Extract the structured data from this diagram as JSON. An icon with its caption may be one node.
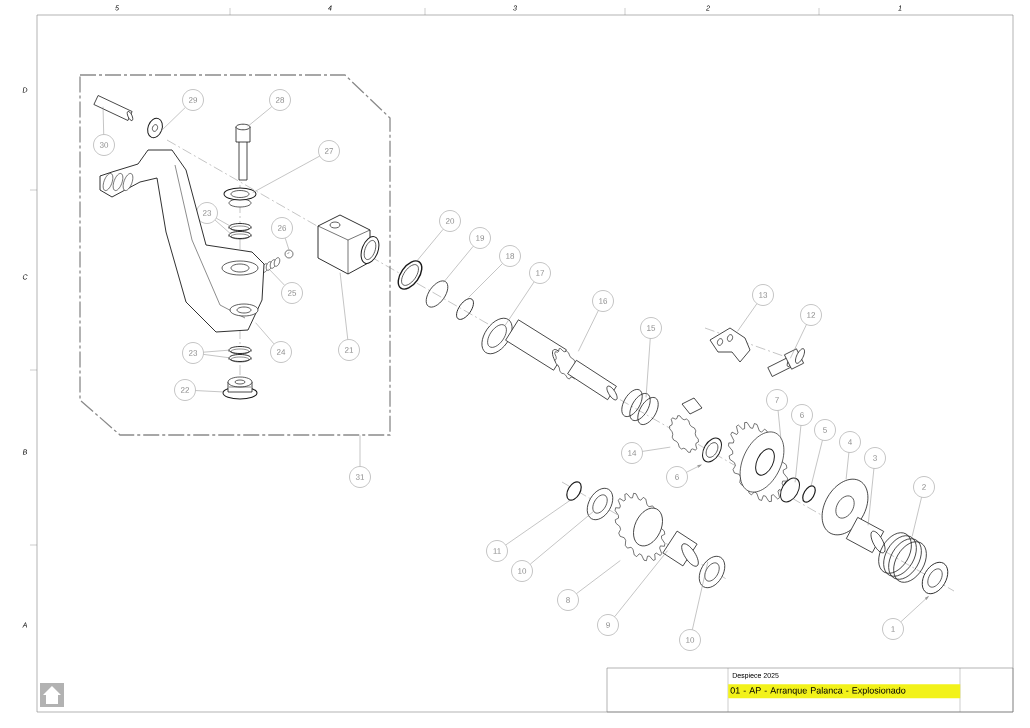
{
  "diagram": {
    "title": "01 - AP - Arranque Palanca - Explosionado",
    "nodes": [
      {
        "text": [],
        "shape": "box"
      },
      {
        "text": [
          "30"
        ],
        "in": 0
      },
      {
        "text": [
          "29"
        ],
        "in": 0
      },
      {
        "text": [
          "28"
        ],
        "in": 0
      },
      {
        "text": [
          "27"
        ],
        "in": 0
      },
      {
        "text": [
          "23"
        ],
        "in": 0
      },
      {
        "text": [
          "26"
        ],
        "in": 0
      },
      {
        "text": [
          "25"
        ],
        "in": 0
      },
      {
        "text": [
          "24"
        ],
        "in": 0
      },
      {
        "text": [
          "21"
        ],
        "in": 0
      },
      {
        "text": [
          "23"
        ],
        "in": 0
      },
      {
        "text": [
          "22"
        ],
        "in": 0
      },
      {
        "text": [
          "31"
        ]
      },
      {
        "text": [
          "20"
        ]
      },
      {
        "text": [
          "19"
        ]
      },
      {
        "text": [
          "18"
        ]
      },
      {
        "text": [
          "17"
        ]
      },
      {
        "text": [
          "16"
        ]
      },
      {
        "text": [
          "15"
        ]
      },
      {
        "text": [
          "13"
        ]
      },
      {
        "text": [
          "12"
        ]
      },
      {
        "text": [
          "14"
        ]
      },
      {
        "text": [
          "7"
        ]
      },
      {
        "text": [
          "6"
        ]
      },
      {
        "text": [
          "6"
        ]
      },
      {
        "text": [
          "5"
        ]
      },
      {
        "text": [
          "4"
        ]
      },
      {
        "text": [
          "3"
        ]
      },
      {
        "text": [
          "2"
        ]
      },
      {
        "text": [
          "11"
        ]
      },
      {
        "text": [
          "10"
        ]
      },
      {
        "text": [
          "8"
        ]
      },
      {
        "text": [
          "9"
        ]
      },
      {
        "text": [
          "10"
        ]
      },
      {
        "text": [
          "1"
        ]
      },
      {
        "text": [],
        "shape": "picture",
        "in": 0
      },
      {
        "text": [],
        "shape": "picture",
        "in": 0
      },
      {
        "text": [],
        "shape": "picture",
        "in": 0
      },
      {
        "text": [],
        "shape": "picture",
        "in": 0
      },
      {
        "text": [],
        "shape": "picture",
        "in": 0
      },
      {
        "text": [],
        "shape": "picture",
        "in": 0
      },
      {
        "text": [],
        "shape": "picture",
        "in": 0
      },
      {
        "text": [],
        "shape": "picture",
        "in": 0
      },
      {
        "text": [],
        "shape": "picture",
        "in": 0
      },
      {
        "text": [],
        "shape": "picture",
        "in": 0
      },
      {
        "text": [],
        "shape": "picture",
        "in": 0
      },
      {
        "text": [],
        "shape": "picture",
        "in": 0
      },
      {
        "text": [],
        "shape": "picture",
        "in": 0
      },
      {
        "text": [],
        "shape": "picture"
      },
      {
        "text": [],
        "shape": "picture"
      },
      {
        "text": [],
        "shape": "picture"
      },
      {
        "text": [],
        "shape": "picture"
      },
      {
        "text": [],
        "shape": "picture"
      },
      {
        "text": [],
        "shape": "picture"
      },
      {
        "text": [],
        "shape": "picture"
      },
      {
        "text": [],
        "shape": "picture"
      },
      {
        "text": [],
        "shape": "picture"
      },
      {
        "text": [],
        "shape": "picture"
      },
      {
        "text": [],
        "shape": "picture"
      },
      {
        "text": [],
        "shape": "picture"
      },
      {
        "text": [],
        "shape": "picture"
      },
      {
        "text": [],
        "shape": "picture"
      },
      {
        "text": [],
        "shape": "picture"
      },
      {
        "text": [],
        "shape": "picture"
      },
      {
        "text": [],
        "shape": "picture"
      },
      {
        "text": [],
        "shape": "picture"
      },
      {
        "text": [],
        "shape": "picture"
      },
      {
        "text": [],
        "shape": "picture"
      },
      {
        "text": [],
        "shape": "picture"
      },
      {
        "text": [],
        "shape": "picture"
      }
    ],
    "edges": [
      {
        "from": 1,
        "to": 35,
        "arrow": "none"
      },
      {
        "from": 2,
        "to": 36,
        "arrow": "none"
      },
      {
        "from": 3,
        "to": 37,
        "arrow": "none"
      },
      {
        "from": 4,
        "to": 38,
        "arrow": "none"
      },
      {
        "from": 5,
        "to": 39,
        "arrow": "none"
      },
      {
        "from": 5,
        "to": 40,
        "arrow": "none"
      },
      {
        "from": 6,
        "to": 41,
        "arrow": "none"
      },
      {
        "from": 7,
        "to": 42,
        "arrow": "none"
      },
      {
        "from": 8,
        "to": 43,
        "arrow": "none"
      },
      {
        "from": 9,
        "to": 44,
        "arrow": "none"
      },
      {
        "from": 10,
        "to": 45,
        "arrow": "none"
      },
      {
        "from": 10,
        "to": 46,
        "arrow": "none"
      },
      {
        "from": 11,
        "to": 47,
        "arrow": "none"
      },
      {
        "from": 12,
        "to": 0,
        "arrow": "none"
      },
      {
        "from": 13,
        "to": 48,
        "arrow": "none"
      },
      {
        "from": 14,
        "to": 49,
        "arrow": "none"
      },
      {
        "from": 15,
        "to": 50,
        "arrow": "none"
      },
      {
        "from": 16,
        "to": 51,
        "arrow": "none"
      },
      {
        "from": 17,
        "to": 52,
        "arrow": "none"
      },
      {
        "from": 18,
        "to": 53,
        "arrow": "none"
      },
      {
        "from": 19,
        "to": 54,
        "arrow": "none"
      },
      {
        "from": 20,
        "to": 55,
        "arrow": "none"
      },
      {
        "from": 21,
        "to": 56,
        "arrow": "none"
      },
      {
        "from": 22,
        "to": 57,
        "arrow": "none"
      },
      {
        "from": 23,
        "to": 58,
        "arrow": "none"
      },
      {
        "from": 24,
        "to": 59,
        "arrow": "to"
      },
      {
        "from": 25,
        "to": 60,
        "arrow": "none"
      },
      {
        "from": 26,
        "to": 61,
        "arrow": "none"
      },
      {
        "from": 27,
        "to": 62,
        "arrow": "none"
      },
      {
        "from": 28,
        "to": 63,
        "arrow": "none"
      },
      {
        "from": 29,
        "to": 64,
        "arrow": "none"
      },
      {
        "from": 30,
        "to": 65,
        "arrow": "none"
      },
      {
        "from": 31,
        "to": 66,
        "arrow": "none"
      },
      {
        "from": 32,
        "to": 67,
        "arrow": "none"
      },
      {
        "from": 33,
        "to": 68,
        "arrow": "none"
      },
      {
        "from": 34,
        "to": 69,
        "arrow": "to"
      }
    ],
    "labels": [
      "5",
      "4",
      "3",
      "2",
      "1",
      "D",
      "C",
      "B",
      "A",
      "Despiece 2025"
    ]
  }
}
